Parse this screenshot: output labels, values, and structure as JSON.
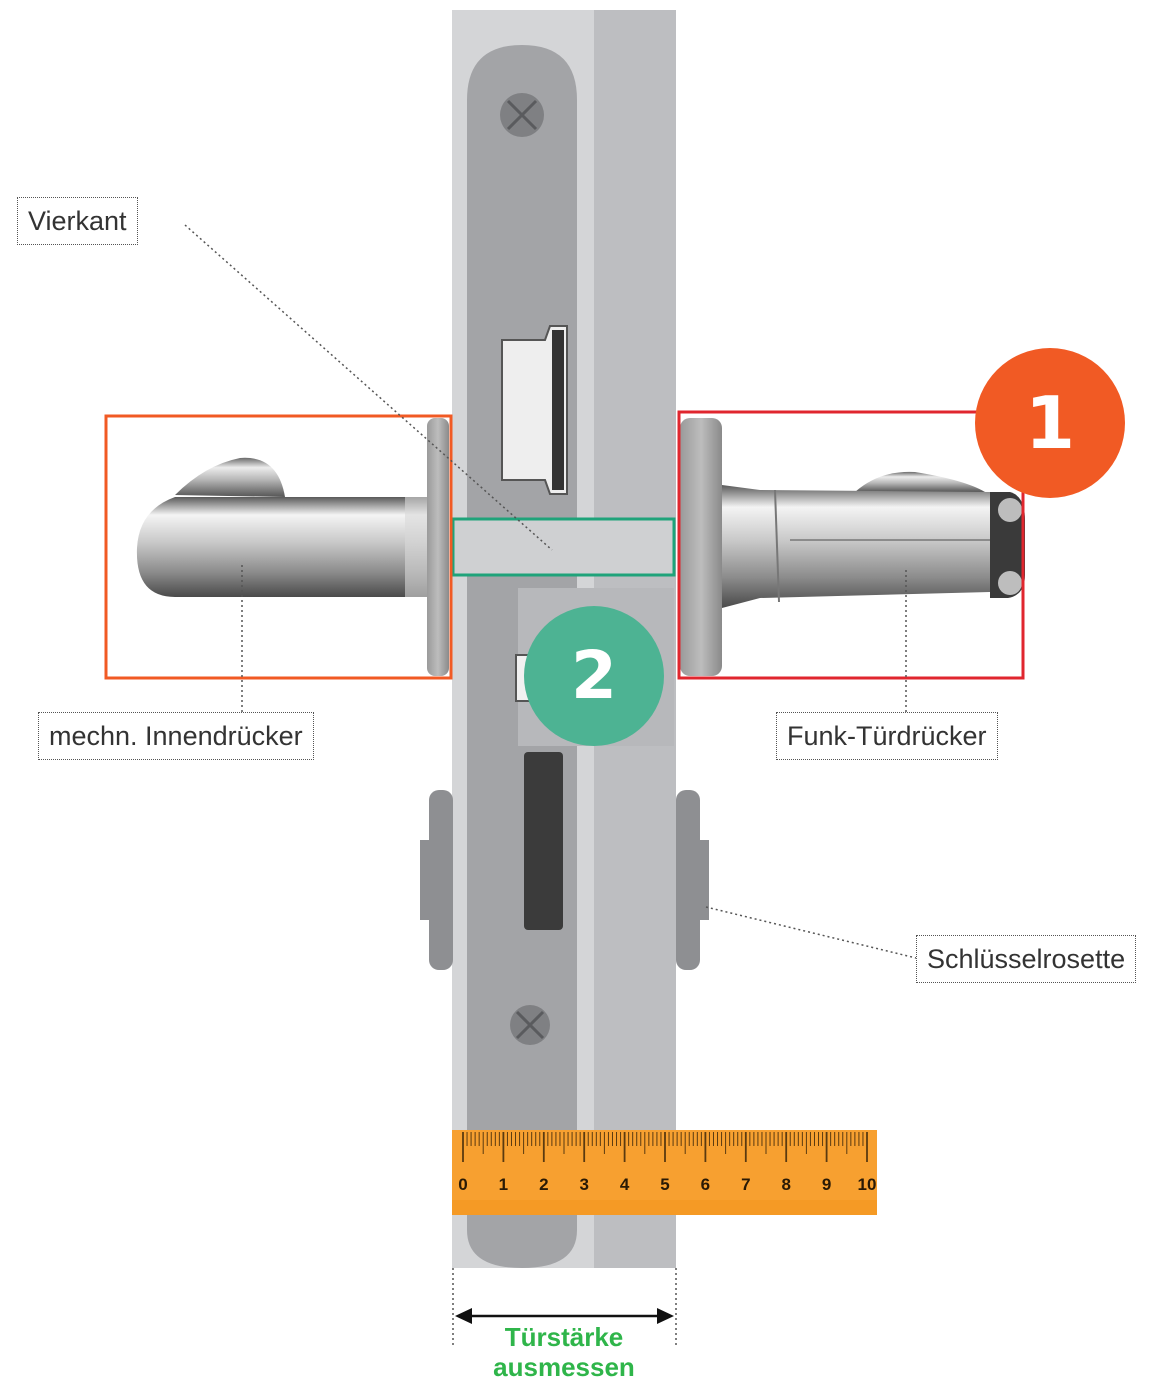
{
  "labels": {
    "vierkant": "Vierkant",
    "innendruecker": "mechn. Innendrücker",
    "funk_tuerdruecker": "Funk-Türdrücker",
    "schluesselrosette": "Schlüsselrosette"
  },
  "badges": {
    "one": "1",
    "two": "2"
  },
  "ruler": {
    "ticks": [
      "0",
      "1",
      "2",
      "3",
      "4",
      "5",
      "6",
      "7",
      "8",
      "9",
      "10"
    ]
  },
  "caption": {
    "line1": "Türstärke",
    "line2": "ausmessen"
  },
  "colors": {
    "badge_one": "#f15a24",
    "badge_two": "#4db393",
    "box_inner_handle": "#f15a24",
    "box_funk_handle": "#e0262e",
    "box_vierkant": "#1fa37a",
    "ruler": "#f7a030",
    "caption": "#2fb54a"
  }
}
